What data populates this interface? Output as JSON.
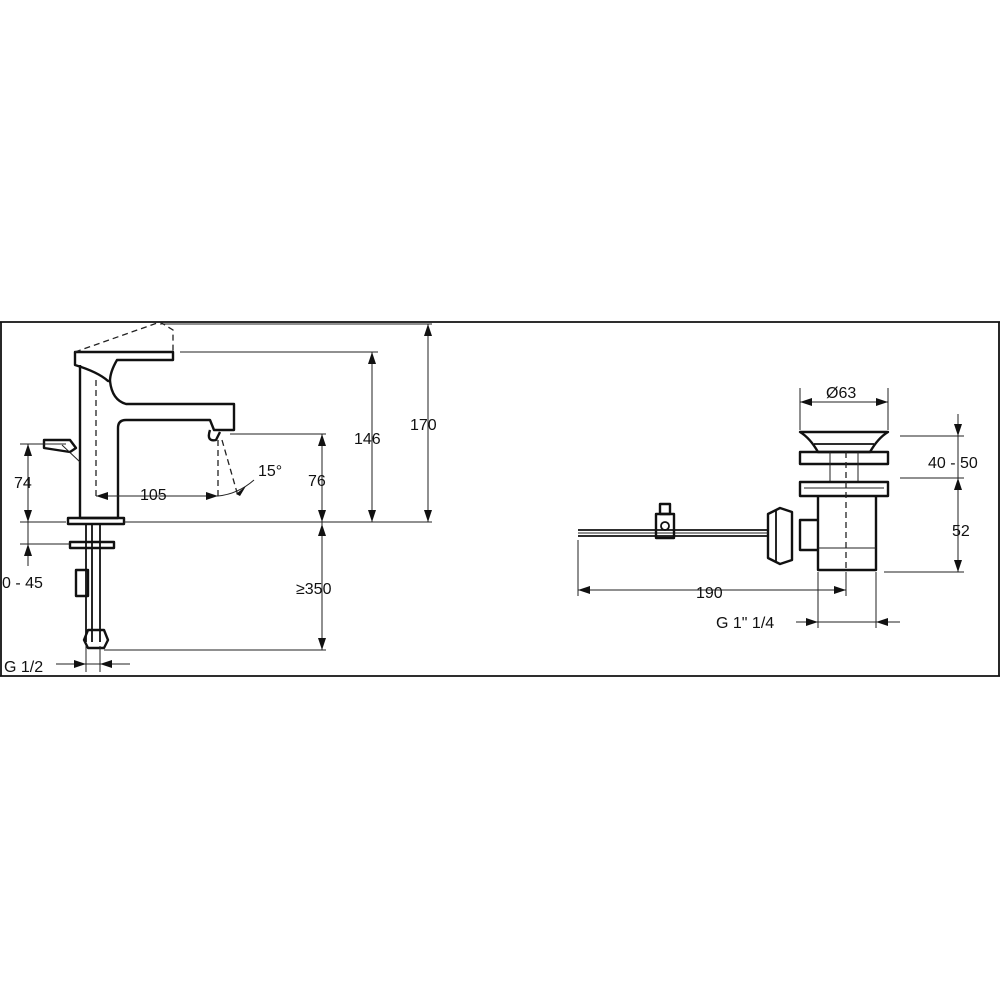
{
  "figure": {
    "frame_color": "#333333",
    "line_color": "#111111",
    "background": "#ffffff"
  },
  "faucet": {
    "dims": {
      "total_height": "170",
      "spout_height": "146",
      "outlet_height": "76",
      "spout_reach": "105",
      "spray_angle": "15°",
      "lever_height": "74",
      "deck_thickness": "0 - 45",
      "hose_length": "≥350",
      "inlet_thread": "G 1/2"
    }
  },
  "waste": {
    "dims": {
      "head_diameter": "Ø63",
      "head_height": "40 - 50",
      "body_height": "52",
      "rod_length": "190",
      "thread": "G 1\" 1/4"
    }
  }
}
